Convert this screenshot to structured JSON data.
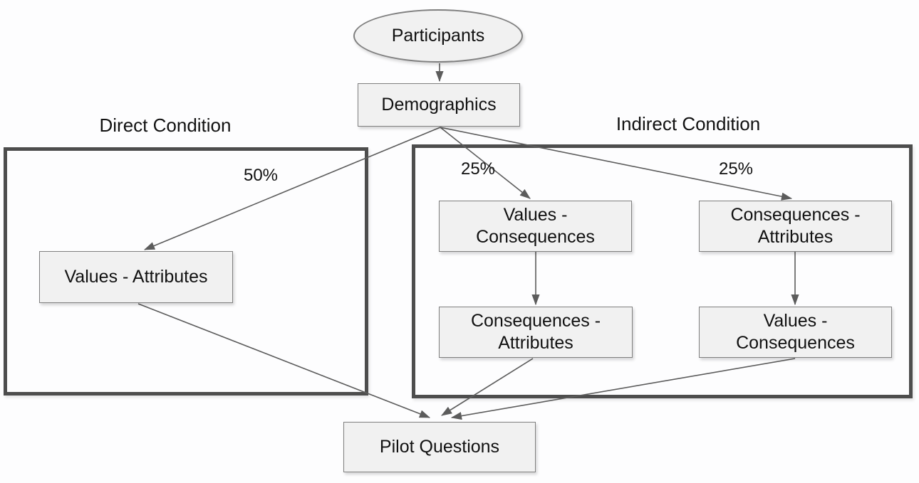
{
  "diagram": {
    "nodes": {
      "participants": "Participants",
      "demographics": "Demographics",
      "values_attributes": "Values - Attributes",
      "values_consequences_top": "Values -\nConsequences",
      "consequences_attributes_top": "Consequences -\nAttributes",
      "consequences_attributes_bottom": "Consequences -\nAttributes",
      "values_consequences_bottom": "Values -\nConsequences",
      "pilot_questions": "Pilot Questions"
    },
    "groups": {
      "direct": {
        "title": "Direct Condition"
      },
      "indirect": {
        "title": "Indirect Condition"
      }
    },
    "edge_labels": {
      "direct_split": "50%",
      "indirect_split_left": "25%",
      "indirect_split_right": "25%"
    },
    "edges": [
      {
        "from": "Participants",
        "to": "Demographics",
        "label": ""
      },
      {
        "from": "Demographics",
        "to": "Values - Attributes (Direct Condition)",
        "label": "50%"
      },
      {
        "from": "Demographics",
        "to": "Values - Consequences (Indirect Condition, left)",
        "label": "25%"
      },
      {
        "from": "Demographics",
        "to": "Consequences - Attributes (Indirect Condition, right)",
        "label": "25%"
      },
      {
        "from": "Values - Consequences (Indirect Condition, left)",
        "to": "Consequences - Attributes (Indirect Condition, left)",
        "label": ""
      },
      {
        "from": "Consequences - Attributes (Indirect Condition, right)",
        "to": "Values - Consequences (Indirect Condition, right)",
        "label": ""
      },
      {
        "from": "Values - Attributes (Direct Condition)",
        "to": "Pilot Questions",
        "label": ""
      },
      {
        "from": "Consequences - Attributes (Indirect Condition, left)",
        "to": "Pilot Questions",
        "label": ""
      },
      {
        "from": "Values - Consequences (Indirect Condition, right)",
        "to": "Pilot Questions",
        "label": ""
      }
    ],
    "colors": {
      "node_fill": "#f1f1f1",
      "node_border": "#7f7f7f",
      "group_border": "#4d4d4d",
      "arrow": "#5c5c5c",
      "text": "#111111",
      "background": "#fdfdfe"
    }
  }
}
